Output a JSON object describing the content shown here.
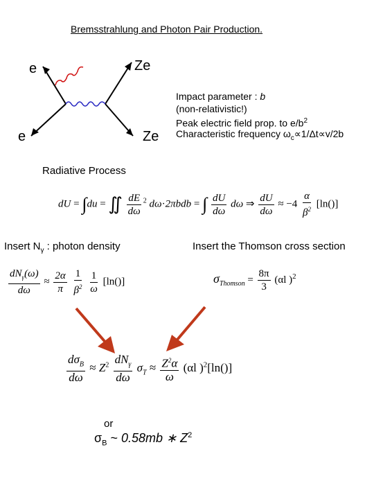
{
  "title": "Bremsstrahlung and Photon Pair Production.",
  "diagram": {
    "label_e_top": "e",
    "label_ze_top": "Ze",
    "label_e_bottom": "e",
    "label_ze_bottom": "Ze",
    "colors": {
      "photon_real": "#d01010",
      "photon_virtual": "#2020c0",
      "arrow": "#c0391b"
    }
  },
  "info": {
    "line1_prefix": "Impact parameter : ",
    "line1_var": "b",
    "line2": "(non-relativistic!)",
    "line3_prefix": "Peak electric field prop. to e/b",
    "line3_sup": "2",
    "line4_prefix": "Characteristic frequency ω",
    "line4_sub": "c",
    "line4_suffix": "∝1/Δt∝v/2b"
  },
  "sections": {
    "radiative": "Radiative Process",
    "insert_n_prefix": "Insert N",
    "insert_n_sub": "γ",
    "insert_n_suffix": " : photon density",
    "insert_thomson": "Insert the Thomson cross section",
    "or": "or"
  },
  "equations": {
    "eq1": {
      "lhs": "dU",
      "eq": "=",
      "int1": "∫",
      "du": "du",
      "eq2": "=",
      "int2": "∬",
      "dE": "dE",
      "dw": "dω",
      "sq": "2",
      "dw2": "dω",
      "dot": "·",
      "two_pi_b_db": "2πbdb",
      "eq3": "=",
      "int3": "∫",
      "dU": "dU",
      "dw3": "dω",
      "dw4": "dω",
      "arrow": "⇒",
      "dU2": "dU",
      "dw5": "dω",
      "approx": "≈",
      "minus4": "−4",
      "alpha": "α",
      "beta2": "β",
      "beta_sup": "2",
      "ln": "[ln()]"
    },
    "eq2": {
      "dN": "dN",
      "dN_sub": "γ",
      "omega_arg": "(ω)",
      "dw": "dω",
      "approx": "≈",
      "two_alpha": "2α",
      "pi": "π",
      "one1": "1",
      "beta": "β",
      "beta_sup": "2",
      "one2": "1",
      "omega": "ω",
      "ln": "[ln()]"
    },
    "eq3": {
      "sigma": "σ",
      "sub": "Thomson",
      "eq": "=",
      "eight_pi": "8π",
      "three": "3",
      "alpha_term": "(αl )",
      "sup": "2"
    },
    "eq4": {
      "dsigma": "dσ",
      "dsigma_sub": "B",
      "dw": "dω",
      "approx1": "≈",
      "Z": "Z",
      "Z_sup": "2",
      "dN": "dN",
      "dN_sub": "γ",
      "dw2": "dω",
      "sigma": "σ",
      "sigma_sub": "T",
      "approx2": "≈",
      "Z2alpha": "Z",
      "Z2alpha_sup": "2",
      "alpha": "α",
      "omega": "ω",
      "alpha_term": "(αl )",
      "alpha_sup": "2",
      "ln": "[ln()]"
    },
    "sigma_b": {
      "sigma": "σ",
      "sub": "B",
      "tilde": " ~ ",
      "value": "0.58mb ∗ Z",
      "sup": "2"
    }
  }
}
